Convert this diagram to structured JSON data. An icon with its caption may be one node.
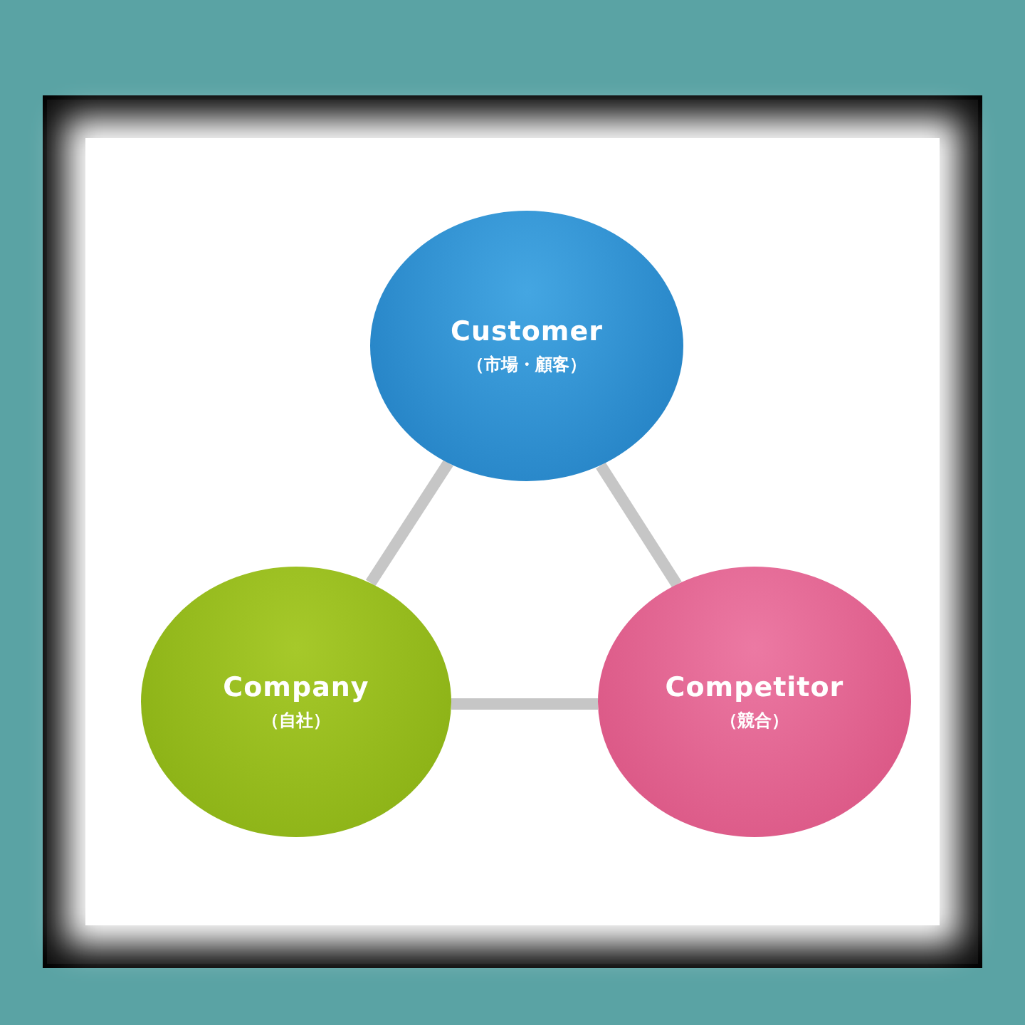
{
  "diagram": {
    "nodes": [
      {
        "text": [
          "Customer",
          "（市場・顧客）"
        ]
      },
      {
        "text": [
          "Company",
          "（自社）"
        ]
      },
      {
        "text": [
          "Competitor",
          "（競合）"
        ]
      }
    ],
    "edges": [
      {
        "from": 0,
        "to": 1,
        "arrow": "none"
      },
      {
        "from": 0,
        "to": 2,
        "arrow": "none"
      },
      {
        "from": 1,
        "to": 2,
        "arrow": "none"
      }
    ]
  }
}
